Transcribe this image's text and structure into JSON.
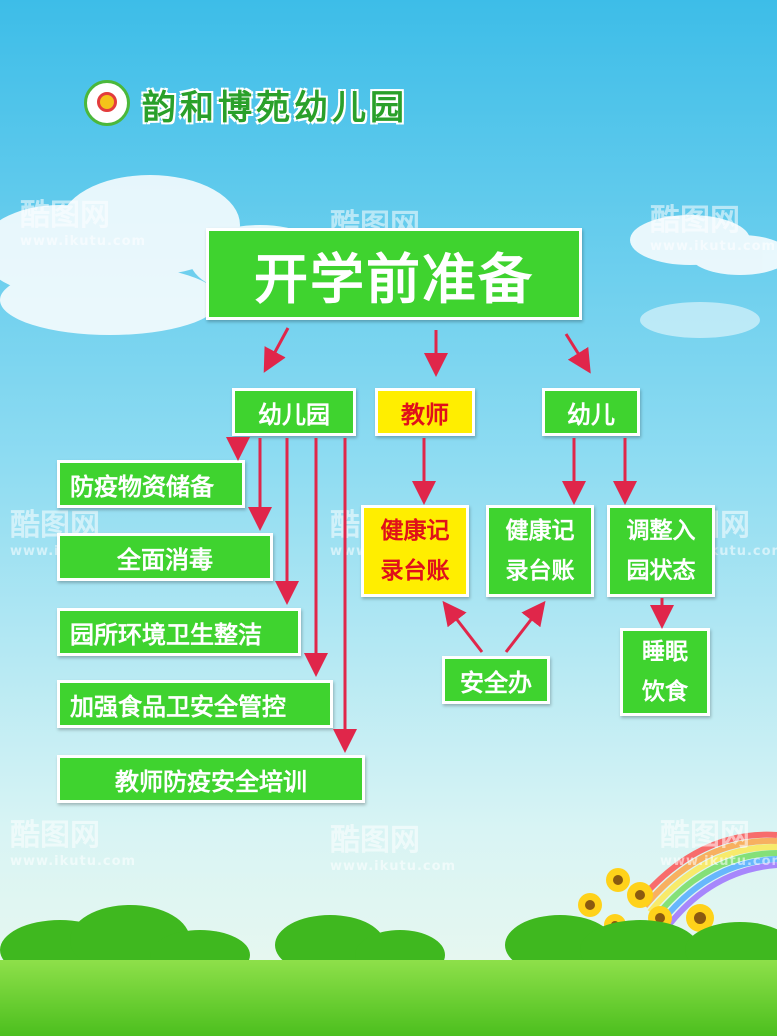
{
  "header": {
    "school_name": "韵和博苑幼儿园"
  },
  "title": "开学前准备",
  "branches": {
    "kindergarten": "幼儿园",
    "teacher": "教师",
    "child": "幼儿"
  },
  "kindergarten_items": [
    "防疫物资储备",
    "全面消毒",
    "园所环境卫生整洁",
    "加强食品卫安全管控",
    "教师防疫安全培训"
  ],
  "teacher_item": {
    "line1": "健康记",
    "line2": "录台账"
  },
  "child_items": [
    {
      "line1": "健康记",
      "line2": "录台账"
    },
    {
      "line1": "调整入",
      "line2": "园状态"
    }
  ],
  "safety_office": "安全办",
  "sleep_diet": {
    "line1": "睡眠",
    "line2": "饮食"
  },
  "watermark": {
    "brand": "酷图网",
    "url": "www.ikutu.com"
  },
  "colors": {
    "box_green": "#3fd32f",
    "highlight_yellow": "#ffee00",
    "arrow_red": "#e0264a",
    "sky_top": "#4fc3ea",
    "grass": "#5fd22a"
  }
}
